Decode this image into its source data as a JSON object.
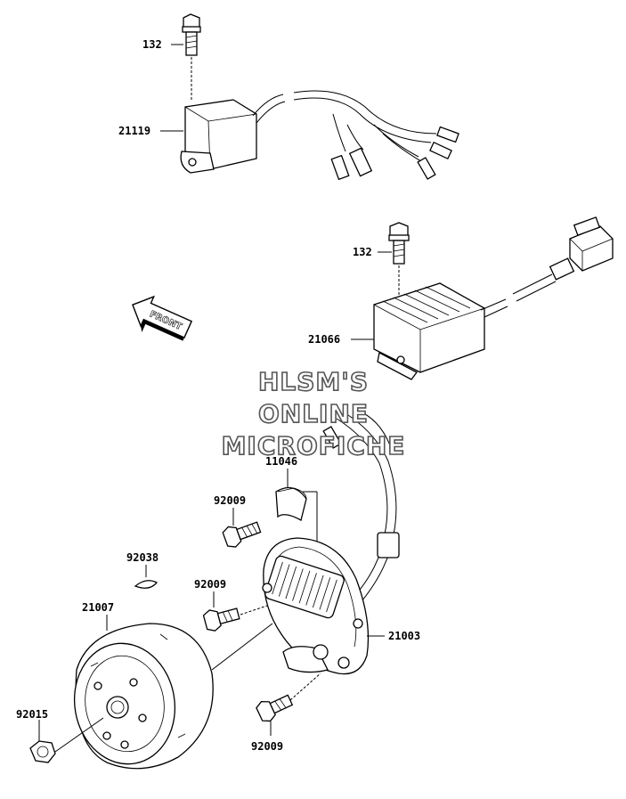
{
  "part_labels": {
    "bolt_top": "132",
    "pulser_coil": "21119",
    "bolt_regulator": "132",
    "regulator": "21066",
    "stator_cover": "11046",
    "screw_a": "92009",
    "key": "92038",
    "screw_b": "92009",
    "rotor": "21007",
    "stator": "21003",
    "nut": "92015",
    "screw_c": "92009"
  },
  "direction_marker": "FRONT",
  "watermark": {
    "line1": "HLSM'S",
    "line2": "ONLINE",
    "line3": "MICROFICHE"
  }
}
